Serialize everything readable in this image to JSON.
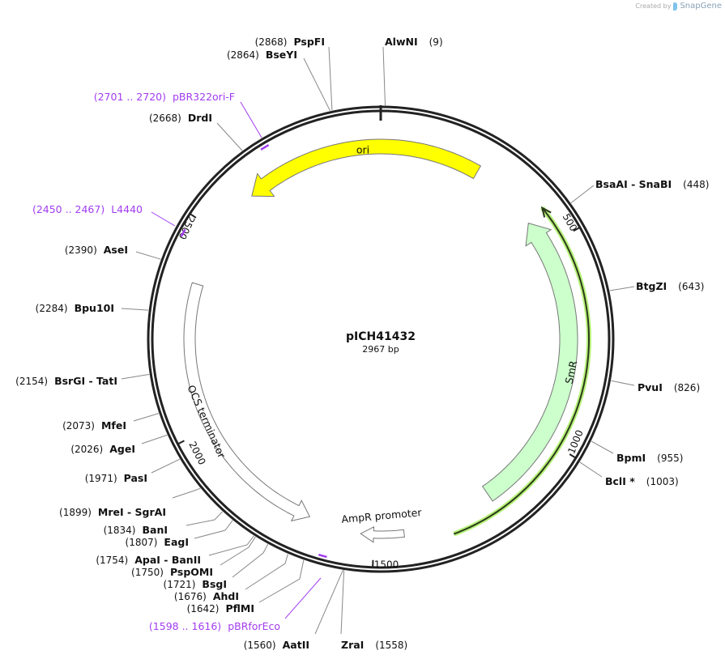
{
  "watermark": {
    "prefix": "Created by",
    "brand": "SnapGene"
  },
  "plasmid": {
    "name": "pICH41432",
    "length_label": "2967 bp",
    "length": 2967
  },
  "ticks": [
    {
      "position": 500,
      "label": "500"
    },
    {
      "position": 1000,
      "label": "1000"
    },
    {
      "position": 1500,
      "label": "1500"
    },
    {
      "position": 2000,
      "label": "2000"
    },
    {
      "position": 2500,
      "label": "2500"
    }
  ],
  "features": [
    {
      "name": "ori",
      "start": 2621,
      "end": 247,
      "direction": "reverse",
      "color": "#ffff00"
    },
    {
      "name": "SmR",
      "start": 427,
      "end": 1198,
      "direction": "reverse",
      "color": "#ccffcc"
    },
    {
      "name": "OCS terminator",
      "start": 1663,
      "end": 2363,
      "direction": "reverse",
      "color": "#ffffff"
    },
    {
      "name": "AmpR promoter",
      "start": 1427,
      "end": 1532,
      "direction": "forward",
      "color": "#ffffff"
    },
    {
      "name": "",
      "start": 419,
      "end": 1314,
      "direction": "reverse",
      "color": "#b7f27a"
    }
  ],
  "primers": [
    {
      "name": "pBR322ori-F",
      "range": "(2701 .. 2720)",
      "start": 2701,
      "end": 2720
    },
    {
      "name": "L4440",
      "range": "(2450 .. 2467)",
      "start": 2450,
      "end": 2467
    },
    {
      "name": "pBRforEco",
      "range": "(1598 .. 1616)",
      "start": 1598,
      "end": 1616
    }
  ],
  "primer_color": "#a23cf0",
  "enzymes": [
    {
      "name": "PspFI",
      "position": 2868,
      "pos_label": "(2868)"
    },
    {
      "name": "BseYI",
      "position": 2864,
      "pos_label": "(2864)"
    },
    {
      "name": "AlwNI",
      "position": 9,
      "pos_label": "(9)"
    },
    {
      "name": "DrdI",
      "position": 2668,
      "pos_label": "(2668)"
    },
    {
      "name": "AseI",
      "position": 2390,
      "pos_label": "(2390)"
    },
    {
      "name": "Bpu10I",
      "position": 2284,
      "pos_label": "(2284)"
    },
    {
      "name": "BsrGI  - TatI",
      "position": 2154,
      "pos_label": "(2154)"
    },
    {
      "name": "MfeI",
      "position": 2073,
      "pos_label": "(2073)"
    },
    {
      "name": "AgeI",
      "position": 2026,
      "pos_label": "(2026)"
    },
    {
      "name": "PasI",
      "position": 1971,
      "pos_label": "(1971)"
    },
    {
      "name": "MreI  - SgrAI",
      "position": 1899,
      "pos_label": "(1899)"
    },
    {
      "name": "BanI",
      "position": 1834,
      "pos_label": "(1834)"
    },
    {
      "name": "EagI",
      "position": 1807,
      "pos_label": "(1807)"
    },
    {
      "name": "ApaI  - BanII",
      "position": 1754,
      "pos_label": "(1754)"
    },
    {
      "name": "PspOMI",
      "position": 1750,
      "pos_label": "(1750)"
    },
    {
      "name": "BsgI",
      "position": 1721,
      "pos_label": "(1721)"
    },
    {
      "name": "AhdI",
      "position": 1676,
      "pos_label": "(1676)"
    },
    {
      "name": "PflMI",
      "position": 1642,
      "pos_label": "(1642)"
    },
    {
      "name": "AatII",
      "position": 1560,
      "pos_label": "(1560)"
    },
    {
      "name": "ZraI",
      "position": 1558,
      "pos_label": "(1558)"
    },
    {
      "name": "BsaAI  - SnaBI",
      "position": 448,
      "pos_label": "(448)"
    },
    {
      "name": "BtgZI",
      "position": 643,
      "pos_label": "(643)"
    },
    {
      "name": "PvuI",
      "position": 826,
      "pos_label": "(826)"
    },
    {
      "name": "BpmI",
      "position": 955,
      "pos_label": "(955)"
    },
    {
      "name": "BclI *",
      "position": 1003,
      "pos_label": "(1003)"
    }
  ]
}
